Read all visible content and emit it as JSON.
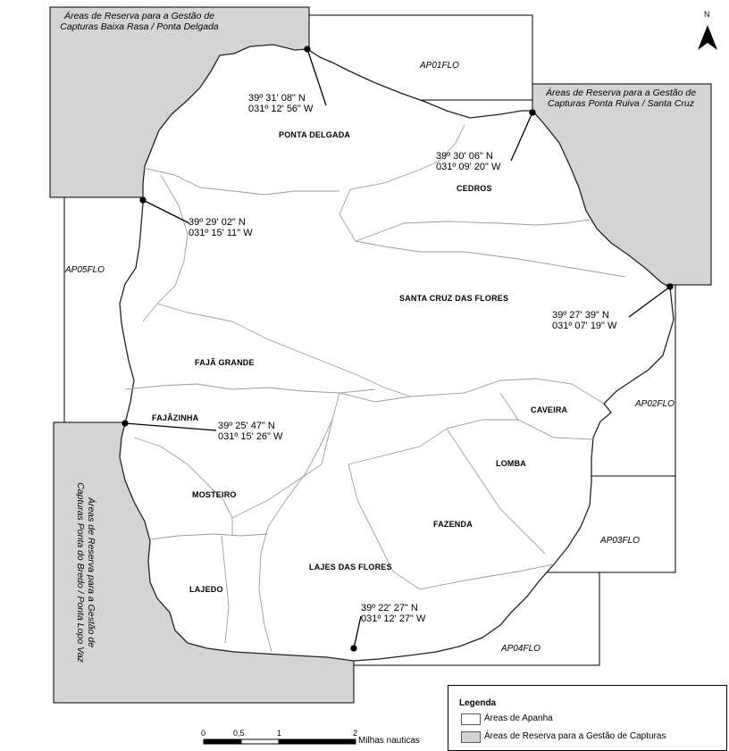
{
  "north_arrow": {
    "label": "N"
  },
  "reserve_areas": {
    "baixa_rasa": "Áreas de Reserva para a Gestão de Capturas Baixa Rasa / Ponta Delgada",
    "baixa_rasa_l1": "Áreas de Reserva para a Gestão de",
    "baixa_rasa_l2": "Capturas Baixa Rasa / Ponta Delgada",
    "ponta_ruiva_l1": "Áreas de Reserva para a Gestão de",
    "ponta_ruiva_l2": "Capturas Ponta Ruiva / Santa Cruz",
    "ponta_bredo_l1": "Áreas de Reserva para a Gestão de",
    "ponta_bredo_l2": "Capturas Ponta do Bredo / Ponta Lopo Vaz"
  },
  "areas": {
    "ap01": "AP01FLO",
    "ap02": "AP02FLO",
    "ap03": "AP03FLO",
    "ap04": "AP04FLO",
    "ap05": "AP05FLO"
  },
  "zones": {
    "ponta_delgada": "PONTA DELGADA",
    "cedros": "CEDROS",
    "santa_cruz": "SANTA CRUZ DAS FLORES",
    "faja_grande": "FAJÃ GRANDE",
    "fajazinha": "FAJÃZINHA",
    "caveira": "CAVEIRA",
    "lomba": "LOMBA",
    "mosteiro": "MOSTEIRO",
    "fazenda": "FAZENDA",
    "lajes": "LAJES DAS FLORES",
    "lajedo": "LAJEDO"
  },
  "coordinates": {
    "c1_lat": "39º 31' 08\" N",
    "c1_lon": "031º 12' 56\" W",
    "c2_lat": "39º 30' 06\" N",
    "c2_lon": "031º 09' 20\" W",
    "c3_lat": "39º 29' 02\" N",
    "c3_lon": "031º 15' 11\" W",
    "c4_lat": "39º 27' 39\" N",
    "c4_lon": "031º 07' 19\" W",
    "c5_lat": "39º 25' 47\" N",
    "c5_lon": "031º 15' 26\" W",
    "c6_lat": "39º 22' 27\" N",
    "c6_lon": "031º 12' 27\" W"
  },
  "scale_bar": {
    "t0": "0",
    "t1": "0,5",
    "t2": "1",
    "t3": "2",
    "unit": "Milhas nauticas"
  },
  "legend": {
    "title": "Legenda",
    "item_apanha": "Áreas de Apanha",
    "item_reserva": "Áreas de Reserva para a Gestão de Capturas"
  },
  "colors": {
    "reserve_fill": "#d4d4d4",
    "land_fill": "#ffffff",
    "boundary": "#000000"
  }
}
